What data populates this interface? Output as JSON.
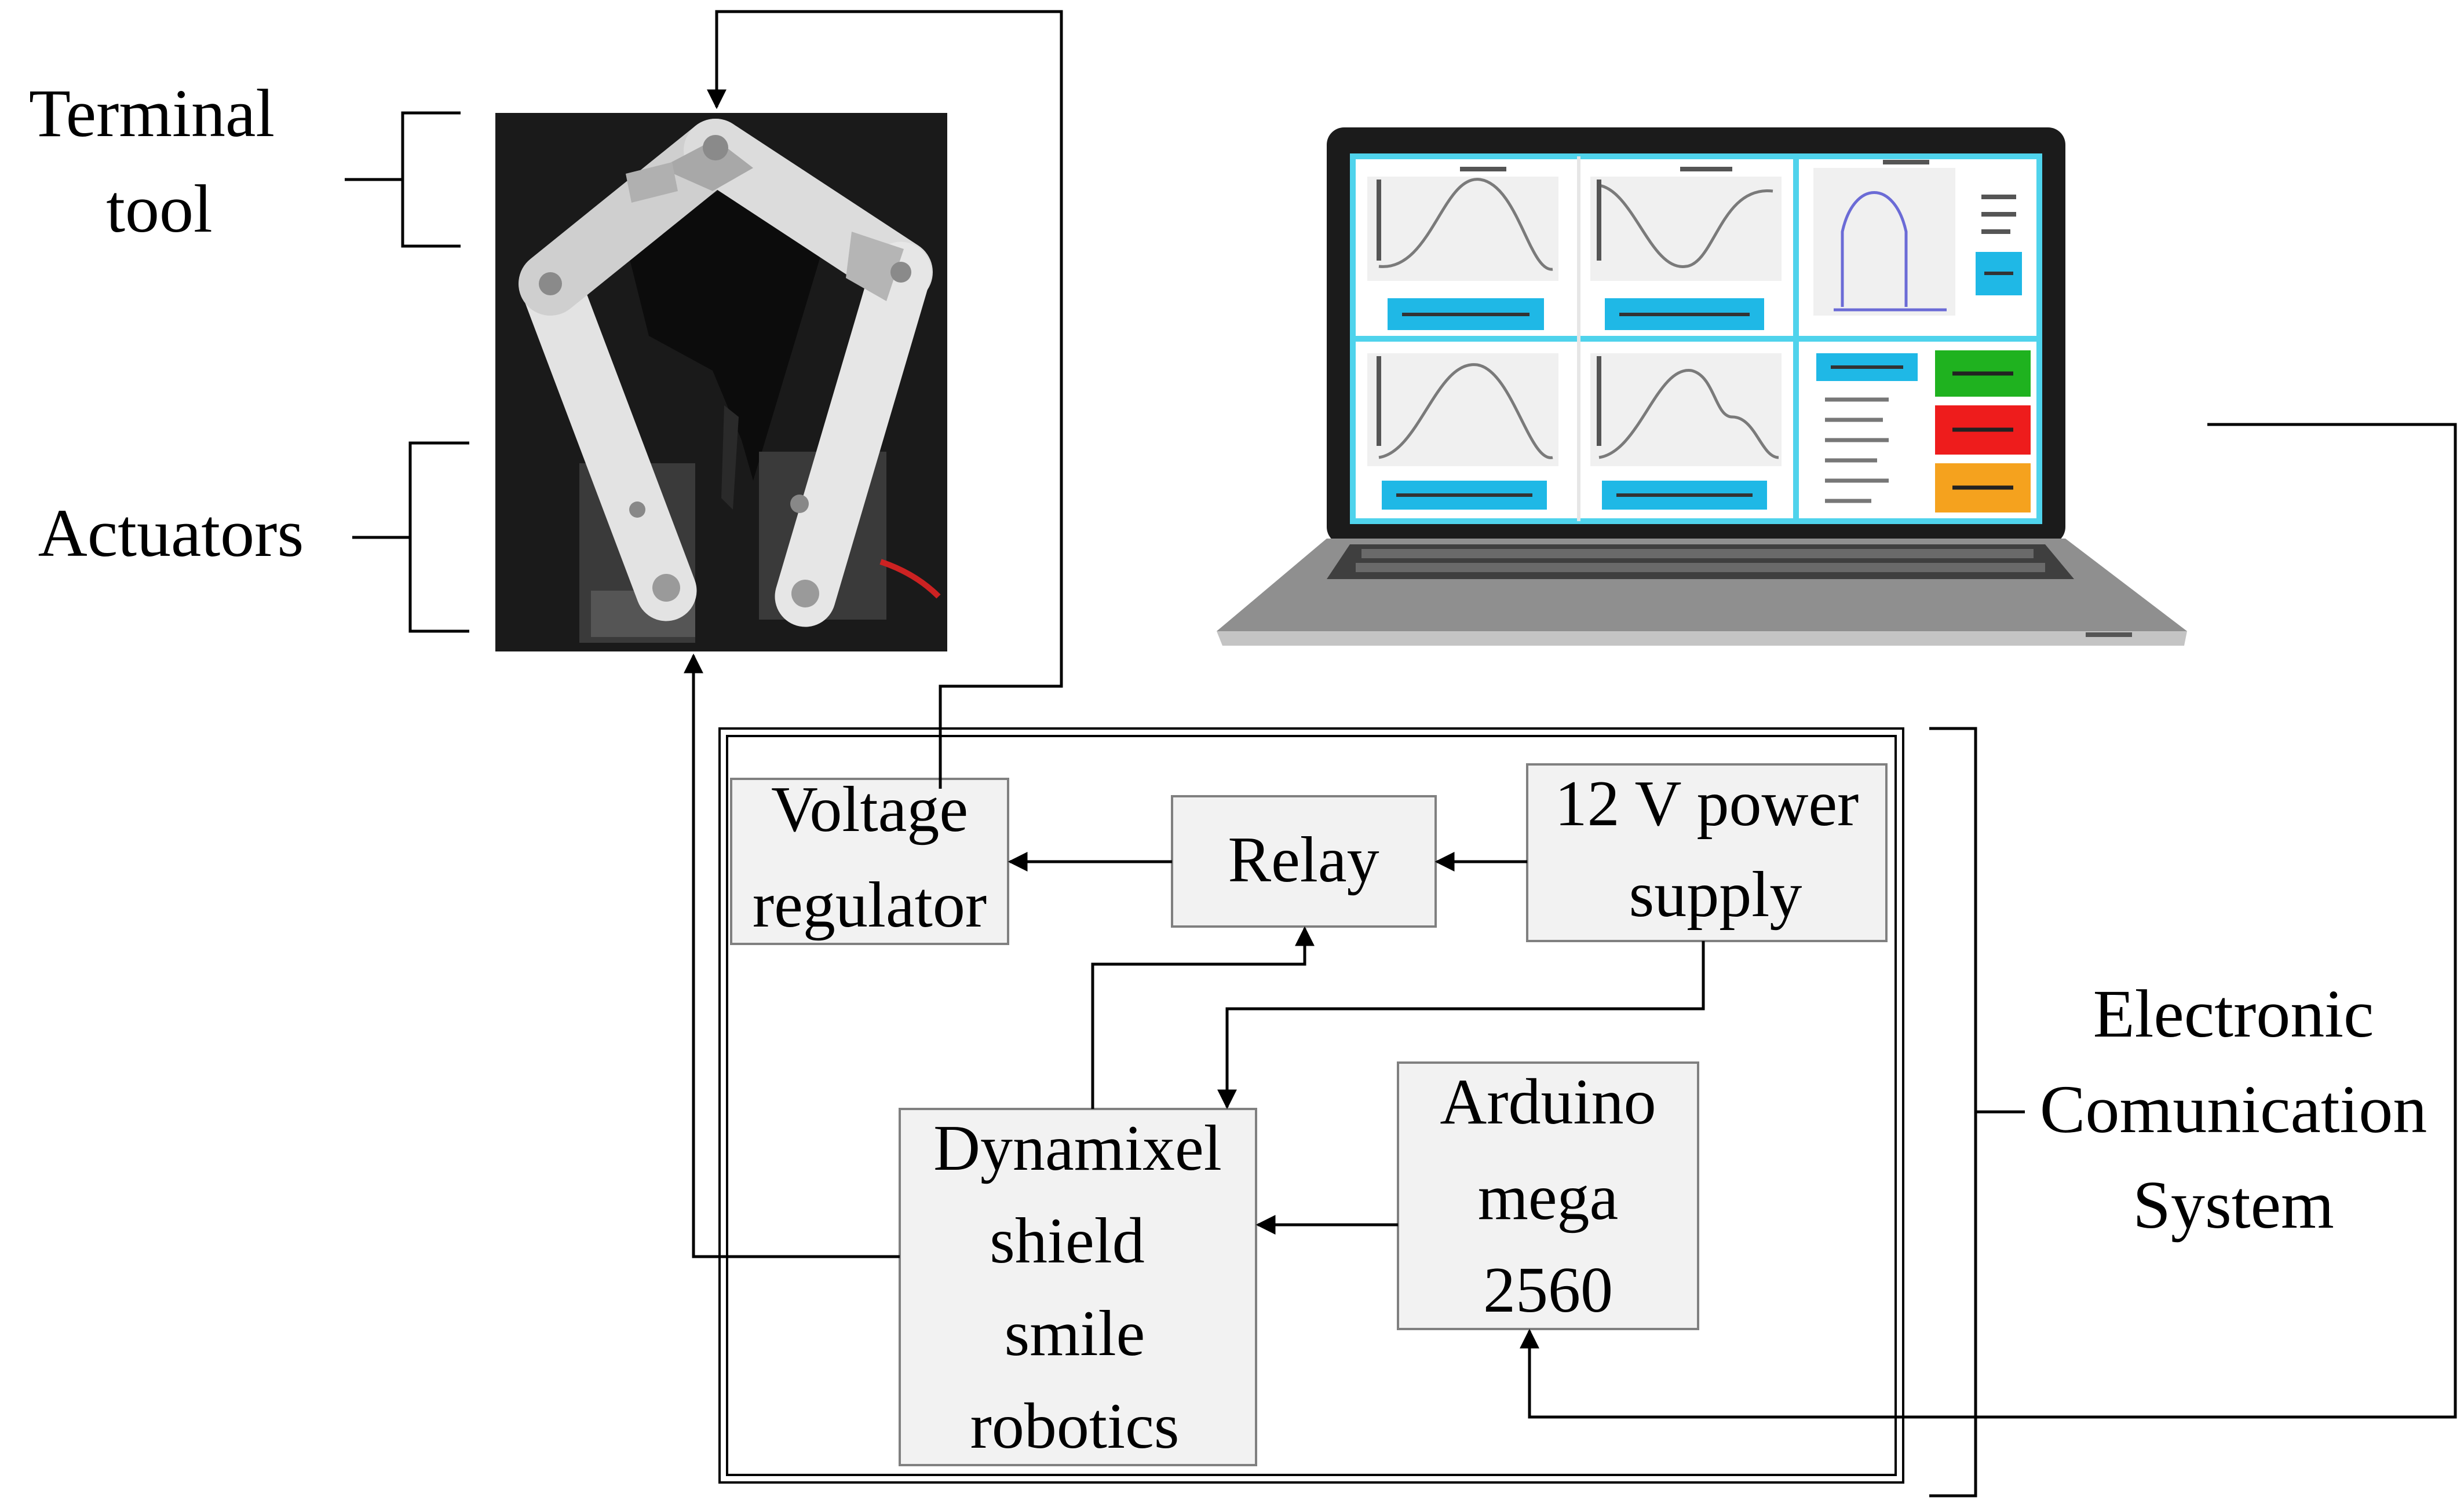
{
  "labels": {
    "terminal_tool": [
      "Terminal",
      "tool"
    ],
    "actuators": "Actuators",
    "electronic_system": [
      "Electronic",
      "Comunication",
      "System"
    ]
  },
  "blocks": {
    "voltage_regulator": [
      "Voltage",
      "regulator"
    ],
    "relay": "Relay",
    "power_supply": [
      "12 V power",
      "supply"
    ],
    "arduino": [
      "Arduino",
      "mega",
      "2560"
    ],
    "dynamixel": [
      "Dynamixel",
      "shield",
      "smile",
      "robotics"
    ]
  },
  "colors": {
    "block_fill": "#f2f2f2",
    "block_stroke": "#808080",
    "line": "#000000",
    "robot_bg": "#1a1a1a",
    "screen_accent": "#4fd3ec",
    "button_blue": "#1fb8e6",
    "button_green": "#1fb21f",
    "button_red": "#ee1c1c",
    "button_orange": "#f5a21e",
    "laptop_body": "#8f8f8f"
  },
  "icons": {
    "robot": "parallel-robot-photo",
    "laptop": "laptop-gui-icon"
  }
}
